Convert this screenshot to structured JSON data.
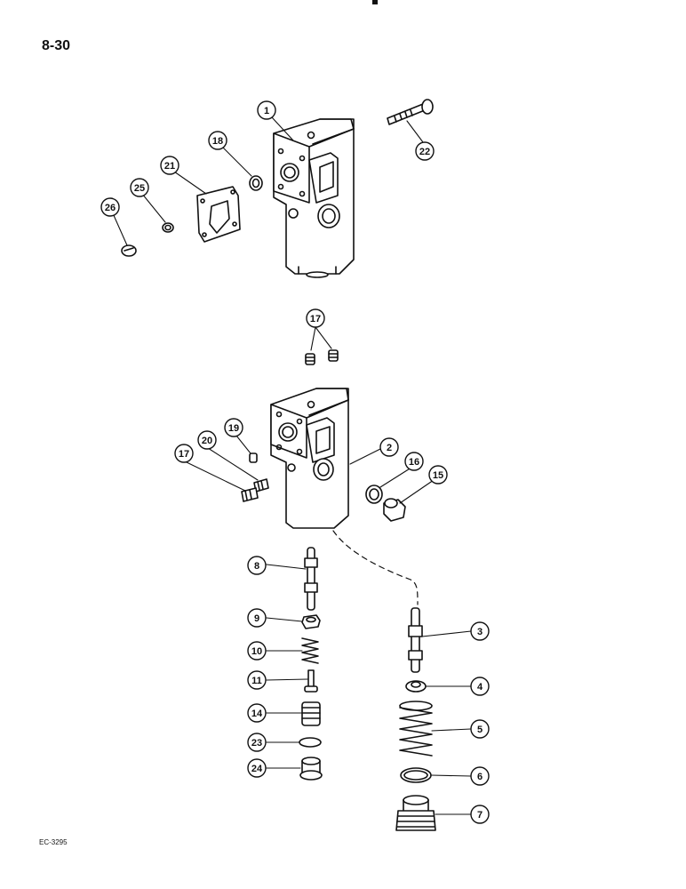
{
  "page": {
    "number": "8-30",
    "figure_code": "EC-3295"
  },
  "callouts": [
    {
      "id": "c1",
      "label": "1"
    },
    {
      "id": "c18",
      "label": "18"
    },
    {
      "id": "c21",
      "label": "21"
    },
    {
      "id": "c25",
      "label": "25"
    },
    {
      "id": "c26",
      "label": "26"
    },
    {
      "id": "c22",
      "label": "22"
    },
    {
      "id": "c17a",
      "label": "17"
    },
    {
      "id": "c19",
      "label": "19"
    },
    {
      "id": "c20",
      "label": "20"
    },
    {
      "id": "c17b",
      "label": "17"
    },
    {
      "id": "c2",
      "label": "2"
    },
    {
      "id": "c16",
      "label": "16"
    },
    {
      "id": "c15",
      "label": "15"
    },
    {
      "id": "c8",
      "label": "8"
    },
    {
      "id": "c9",
      "label": "9"
    },
    {
      "id": "c10",
      "label": "10"
    },
    {
      "id": "c11",
      "label": "11"
    },
    {
      "id": "c14",
      "label": "14"
    },
    {
      "id": "c23",
      "label": "23"
    },
    {
      "id": "c24",
      "label": "24"
    },
    {
      "id": "c3",
      "label": "3"
    },
    {
      "id": "c4",
      "label": "4"
    },
    {
      "id": "c5",
      "label": "5"
    },
    {
      "id": "c6",
      "label": "6"
    },
    {
      "id": "c7",
      "label": "7"
    }
  ]
}
